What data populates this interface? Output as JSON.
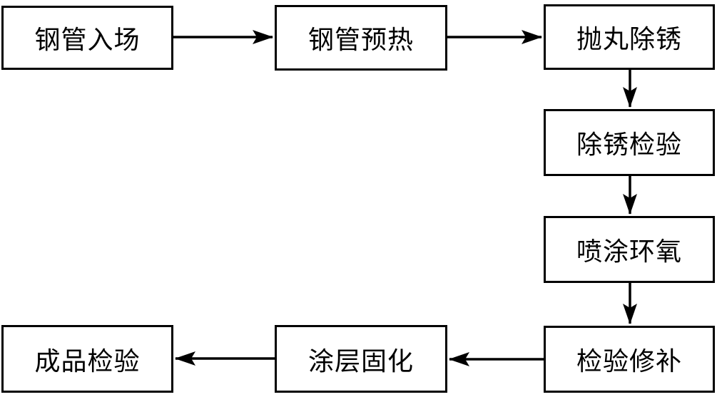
{
  "diagram": {
    "type": "flowchart",
    "direction": "top-row left-to-right, down right column, bottom row right-to-left",
    "colors": {
      "node_fill": "#ffffff",
      "node_border": "#000000",
      "text": "#000000",
      "arrow": "#000000",
      "background": "#ffffff"
    },
    "nodes": [
      {
        "id": "steel-pipe-arrival",
        "label": "钢管入场"
      },
      {
        "id": "pipe-preheating",
        "label": "钢管预热"
      },
      {
        "id": "shot-blasting-derusting",
        "label": "抛丸除锈"
      },
      {
        "id": "derusting-inspection",
        "label": "除锈检验"
      },
      {
        "id": "epoxy-spraying",
        "label": "喷涂环氧"
      },
      {
        "id": "inspection-repair",
        "label": "检验修补"
      },
      {
        "id": "coating-curing",
        "label": "涂层固化"
      },
      {
        "id": "finished-product-inspection",
        "label": "成品检验"
      }
    ],
    "edges": [
      {
        "from": "钢管入场",
        "to": "钢管预热"
      },
      {
        "from": "钢管预热",
        "to": "抛丸除锈"
      },
      {
        "from": "抛丸除锈",
        "to": "除锈检验"
      },
      {
        "from": "除锈检验",
        "to": "喷涂环氧"
      },
      {
        "from": "喷涂环氧",
        "to": "检验修补"
      },
      {
        "from": "检验修补",
        "to": "涂层固化"
      },
      {
        "from": "涂层固化",
        "to": "成品检验"
      }
    ]
  }
}
